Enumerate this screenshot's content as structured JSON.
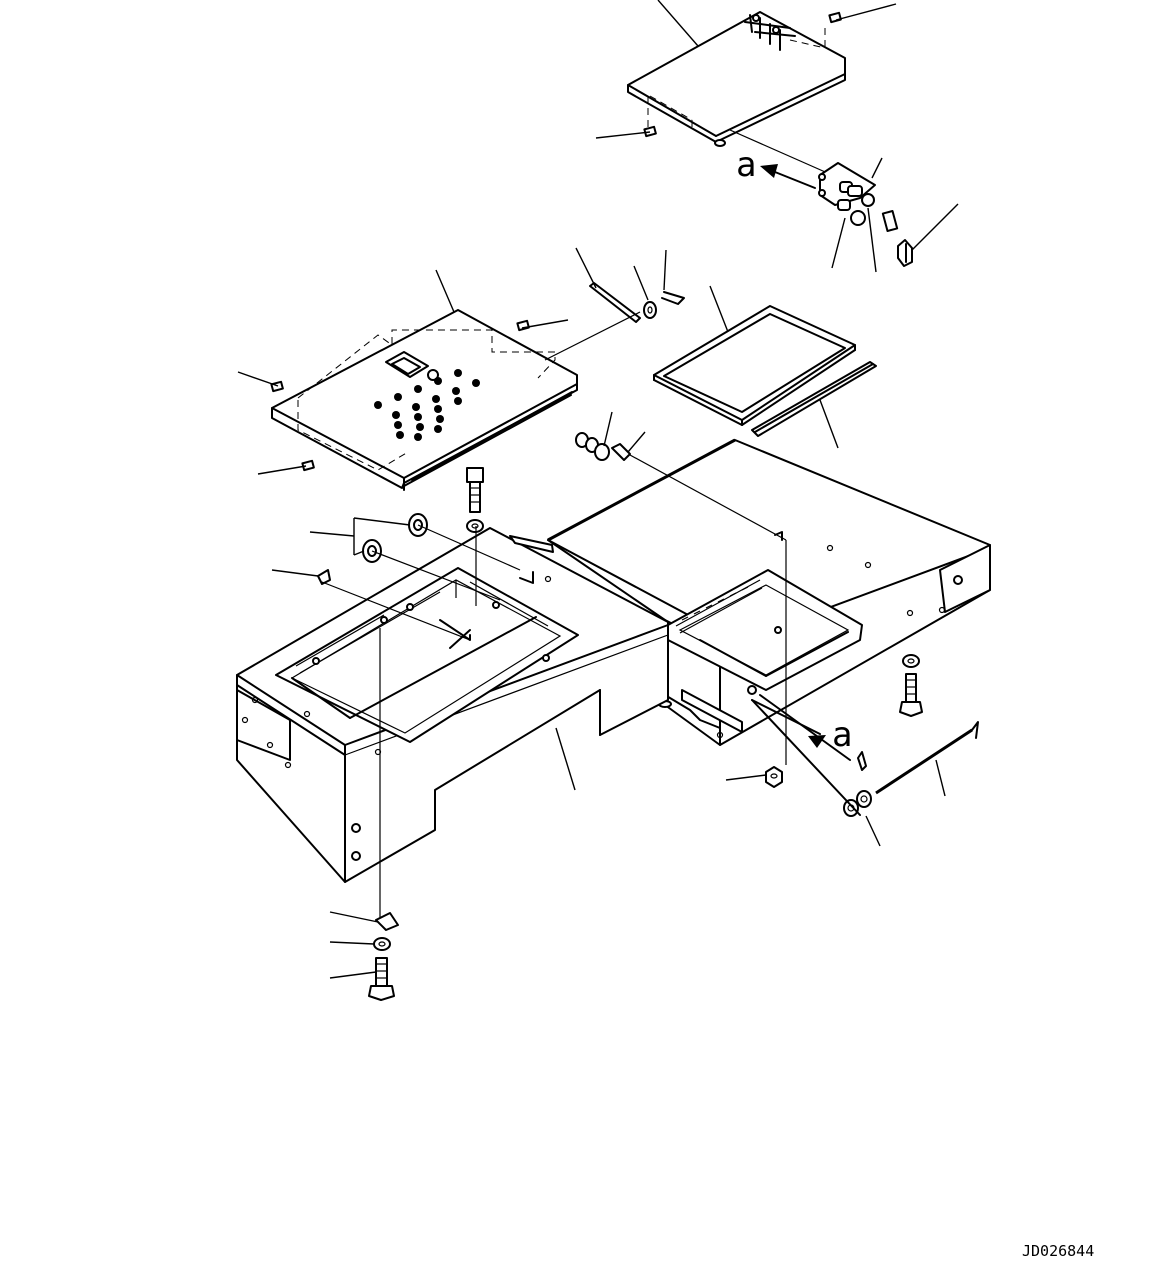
{
  "drawing": {
    "id": "JD026844",
    "view_markers": [
      "a",
      "a"
    ]
  }
}
